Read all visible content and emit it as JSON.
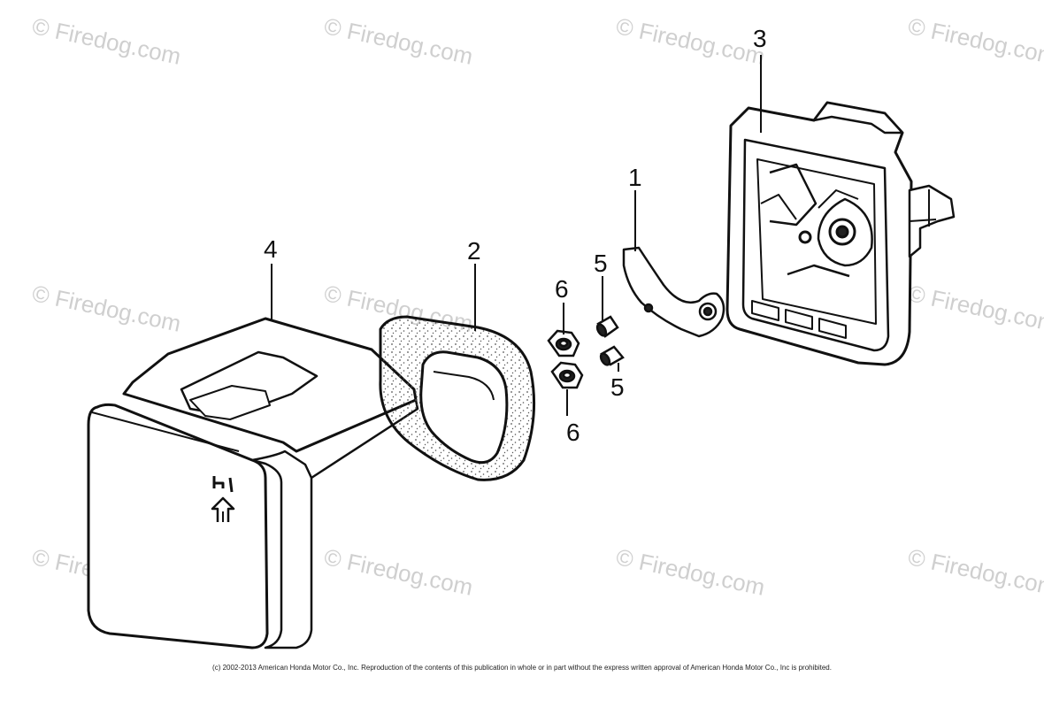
{
  "watermark": "© Firedog.com",
  "callouts": {
    "c1": "1",
    "c2": "2",
    "c3": "3",
    "c4": "4",
    "c5a": "5",
    "c5b": "5",
    "c6a": "6",
    "c6b": "6"
  },
  "cover_marks": {
    "top": "h̲|",
    "arrow": "⇧"
  },
  "copyright": "(c) 2002-2013 American Honda Motor Co., Inc. Reproduction of the contents of this publication in whole or in part without the express written approval of American Honda Motor Co., Inc is prohibited.",
  "colors": {
    "line": "#111111",
    "watermark": "#cfcfcf",
    "speckle": "#555555"
  }
}
